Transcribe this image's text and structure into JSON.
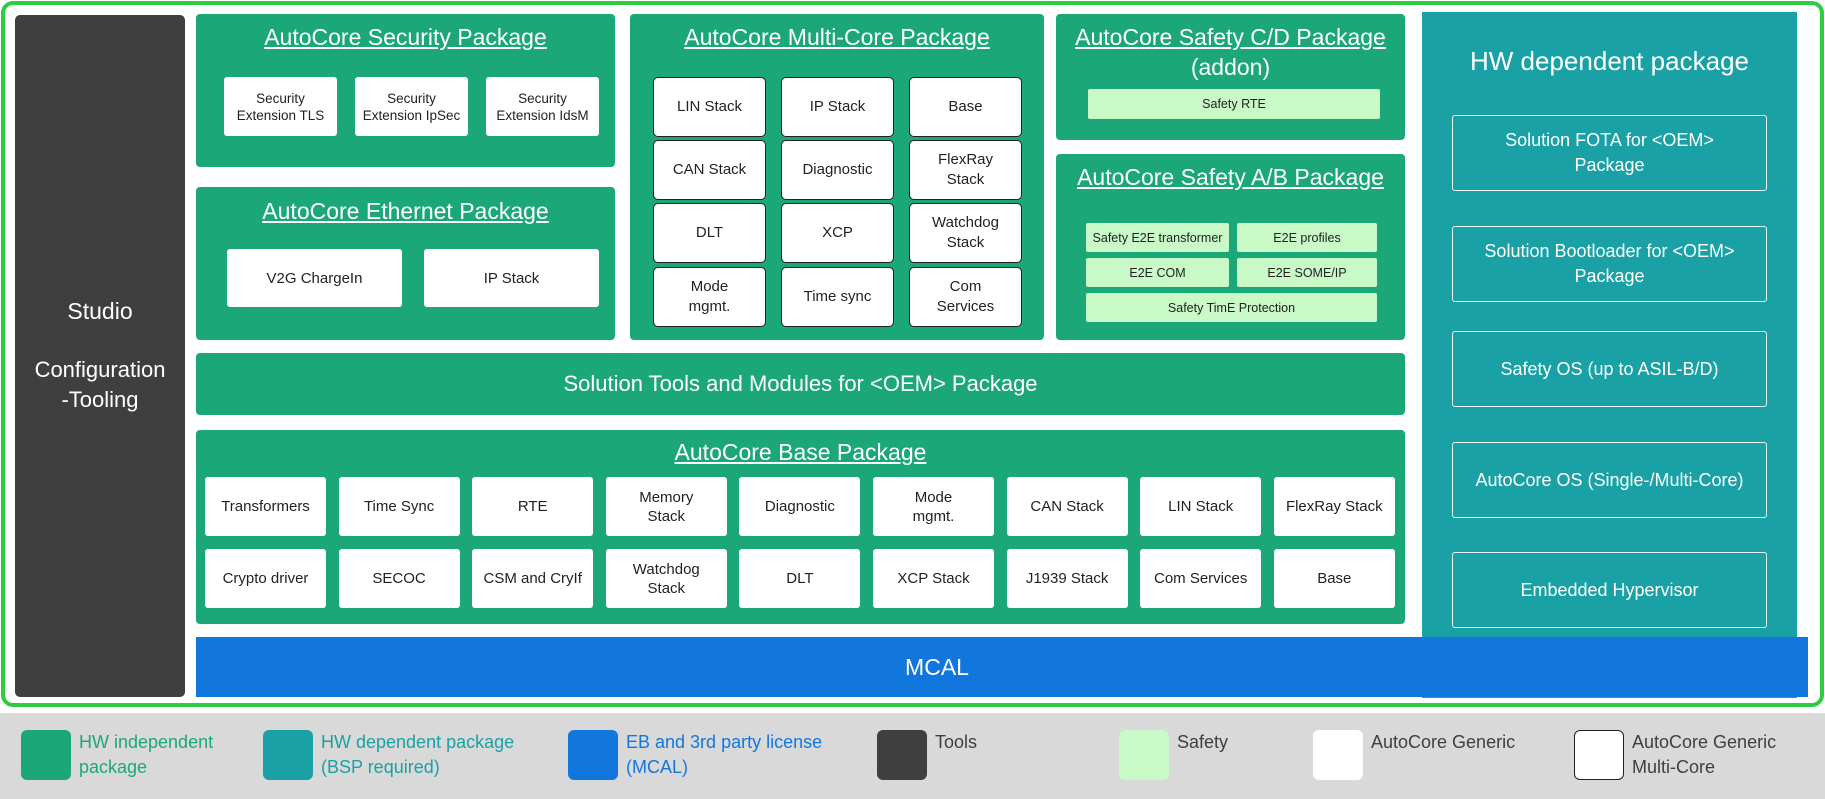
{
  "colors": {
    "hw_independent": "#1ca779",
    "hw_dependent": "#19a1a6",
    "mcal": "#1277dc",
    "tools": "#3f3f3f",
    "safety": "#c9f9c6",
    "frame": "#2ecc40",
    "legend_bg": "#d9d9d9"
  },
  "studio": {
    "title": "Studio",
    "subtitle": "Configuration\n-Tooling"
  },
  "security": {
    "title": "AutoCore Security Package",
    "items": [
      "Security\nExtension TLS",
      "Security\nExtension IpSec",
      "Security\nExtension IdsM"
    ]
  },
  "ethernet": {
    "title": "AutoCore Ethernet Package",
    "items": [
      "V2G ChargeIn",
      "IP Stack"
    ]
  },
  "multicore": {
    "title": "AutoCore Multi-Core Package",
    "items": [
      "LIN Stack",
      "IP Stack",
      "Base",
      "CAN Stack",
      "Diagnostic",
      "FlexRay\nStack",
      "DLT",
      "XCP",
      "Watchdog\nStack",
      "Mode\nmgmt.",
      "Time sync",
      "Com\nServices"
    ]
  },
  "safety_cd": {
    "title": "AutoCore Safety C/D Package",
    "subtitle": "(addon)",
    "items": [
      "Safety RTE"
    ]
  },
  "safety_ab": {
    "title": "AutoCore Safety A/B Package",
    "items": [
      "Safety E2E transformer",
      "E2E profiles",
      "E2E COM",
      "E2E SOME/IP",
      "Safety TimE Protection"
    ]
  },
  "solution_tools": {
    "label": "Solution Tools and Modules for <OEM> Package"
  },
  "base": {
    "title": "AutoCore Base Package",
    "row1": [
      "Transformers",
      "Time Sync",
      "RTE",
      "Memory\nStack",
      "Diagnostic",
      "Mode\nmgmt.",
      "CAN Stack",
      "LIN Stack",
      "FlexRay Stack"
    ],
    "row2": [
      "Crypto driver",
      "SECOC",
      "CSM and CryIf",
      "Watchdog\nStack",
      "DLT",
      "XCP Stack",
      "J1939 Stack",
      "Com Services",
      "Base"
    ]
  },
  "hw": {
    "title": "HW dependent package",
    "items": [
      "Solution FOTA for <OEM>\nPackage",
      "Solution Bootloader for <OEM>\nPackage",
      "Safety OS (up to ASIL-B/D)",
      "AutoCore OS  (Single-/Multi-Core)",
      "Embedded Hypervisor"
    ]
  },
  "mcal": {
    "label": "MCAL"
  },
  "legend": [
    {
      "label": "HW independent\npackage",
      "color": "#1ca779",
      "text_color": "#1ca779"
    },
    {
      "label": "HW dependent package\n(BSP required)",
      "color": "#19a1a6",
      "text_color": "#19a1a6"
    },
    {
      "label": "EB and 3rd party license\n(MCAL)",
      "color": "#1277dc",
      "text_color": "#1277dc"
    },
    {
      "label": "Tools",
      "color": "#3f3f3f",
      "text_color": "#3f3f3f"
    },
    {
      "label": "Safety",
      "color": "#c9f9c6",
      "text_color": "#3f3f3f"
    },
    {
      "label": "AutoCore Generic",
      "color": "#ffffff",
      "text_color": "#3f3f3f"
    },
    {
      "label": "AutoCore Generic\nMulti-Core",
      "color": "#ffffff",
      "text_color": "#3f3f3f"
    }
  ]
}
